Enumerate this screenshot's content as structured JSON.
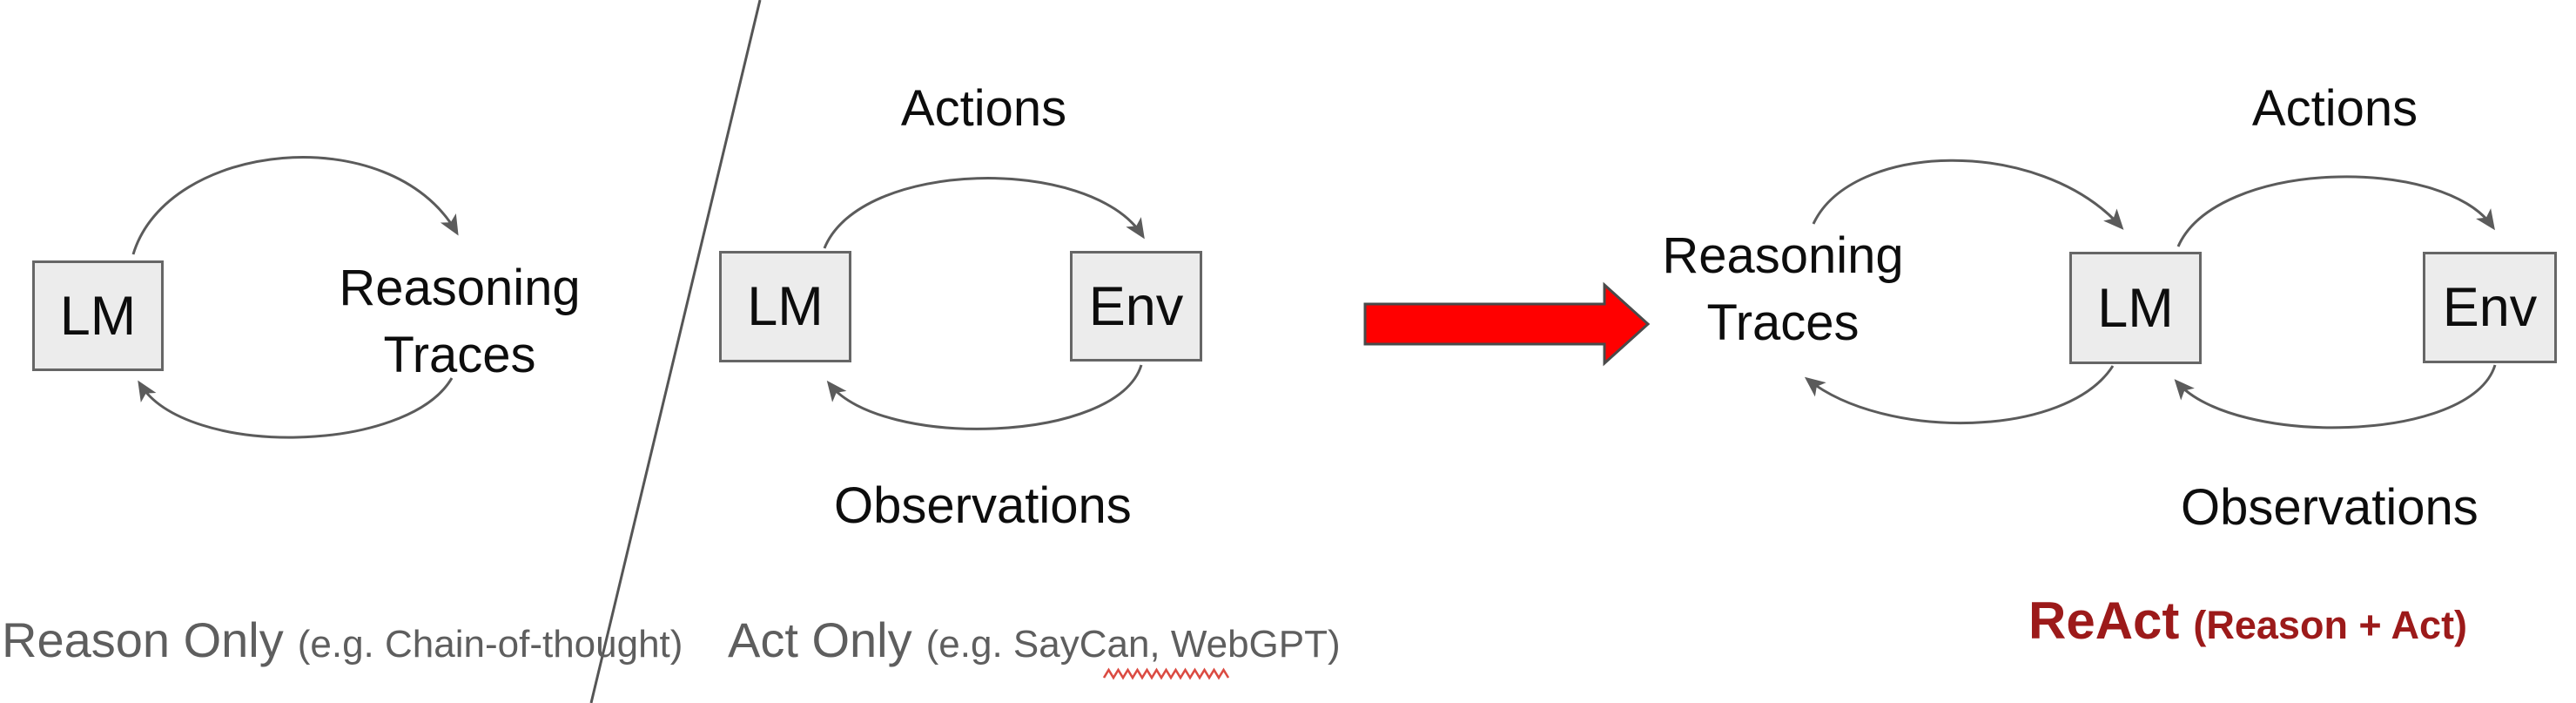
{
  "colors": {
    "box_fill": "#ECECEC",
    "box_border": "#666666",
    "connector_gray": "#5B5B5B",
    "divider_gray": "#555555",
    "transition_arrow_fill": "#FF0000",
    "transition_arrow_border": "#4A4A4A",
    "caption_gray": "#5E5E5E",
    "react_dark_red": "#9C1A1A",
    "spellcheck_squiggle_red": "#DB4B42",
    "text_black": "#0D0D0D"
  },
  "sections": {
    "reason_only": {
      "lm": "LM",
      "cycle_node_line1": "Reasoning",
      "cycle_node_line2": "Traces",
      "caption_main": "Reason Only",
      "caption_note": "(e.g. Chain-of-thought)"
    },
    "act_only": {
      "lm": "LM",
      "env": "Env",
      "top_label": "Actions",
      "bottom_label": "Observations",
      "caption_main": "Act Only",
      "caption_note": "(e.g. SayCan, WebGPT)"
    },
    "react": {
      "lm": "LM",
      "env": "Env",
      "cycle_node_line1": "Reasoning",
      "cycle_node_line2": "Traces",
      "top_label": "Actions",
      "bottom_label": "Observations",
      "caption_main": "ReAct",
      "caption_note": "(Reason + Act)"
    }
  }
}
